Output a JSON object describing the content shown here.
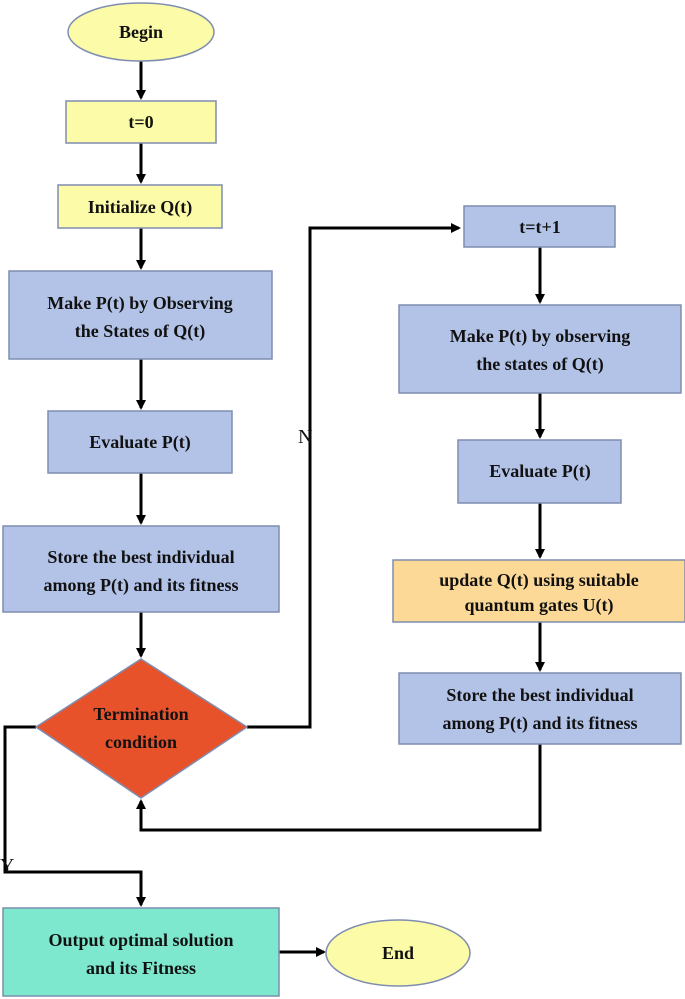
{
  "colors": {
    "terminal": "#fbfba8",
    "init": "#fbfba8",
    "process": "#b3c3e8",
    "update": "#fdd997",
    "decision": "#e8522a",
    "output": "#7ee8cf",
    "stroke": "#7f8db0",
    "arrow": "#000000"
  },
  "nodes": {
    "begin": "Begin",
    "t0": "t=0",
    "init_q": "Initialize Q(t)",
    "make_p_left": [
      "Make P(t) by Observing",
      "the States of Q(t)"
    ],
    "eval_left": "Evaluate P(t)",
    "store_left": [
      "Store the best individual",
      "among P(t) and its fitness"
    ],
    "termination": [
      "Termination",
      "condition"
    ],
    "t_inc": "t=t+1",
    "make_p_right": [
      "Make P(t) by observing",
      "the states of Q(t)"
    ],
    "eval_right": "Evaluate P(t)",
    "update_q": [
      "update Q(t) using suitable",
      "quantum gates U(t)"
    ],
    "store_right": [
      "Store the best individual",
      "among P(t) and its fitness"
    ],
    "output": [
      "Output optimal solution",
      "and its Fitness"
    ],
    "end": "End"
  },
  "edge_labels": {
    "no": "N",
    "yes": "Y"
  }
}
